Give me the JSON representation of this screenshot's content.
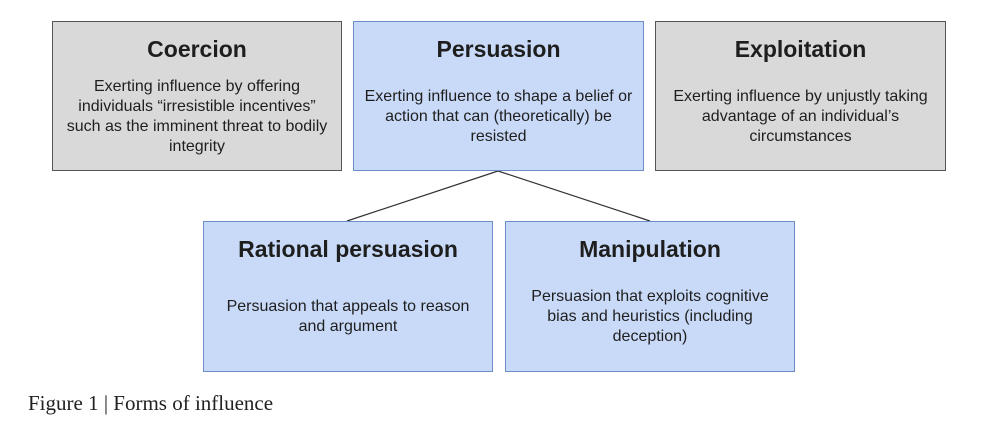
{
  "boxes": {
    "coercion": {
      "title": "Coercion",
      "description": "Exerting influence by offering individuals “irresistible incentives” such as the imminent threat to bodily integrity"
    },
    "persuasion": {
      "title": "Persuasion",
      "description": "Exerting influence to shape a belief or action that can (theoretically) be resisted"
    },
    "exploitation": {
      "title": "Exploitation",
      "description": "Exerting influence by unjustly taking advantage of an individual’s circumstances"
    },
    "rational_persuasion": {
      "title": "Rational persuasion",
      "description": "Persuasion that appeals to reason and argument"
    },
    "manipulation": {
      "title": "Manipulation",
      "description": "Persuasion that exploits cognitive bias and heuristics (including deception)"
    }
  },
  "colors": {
    "gray_fill": "#d9d9d9",
    "blue_fill": "#c9daf8"
  },
  "caption": "Figure 1 | Forms of influence"
}
